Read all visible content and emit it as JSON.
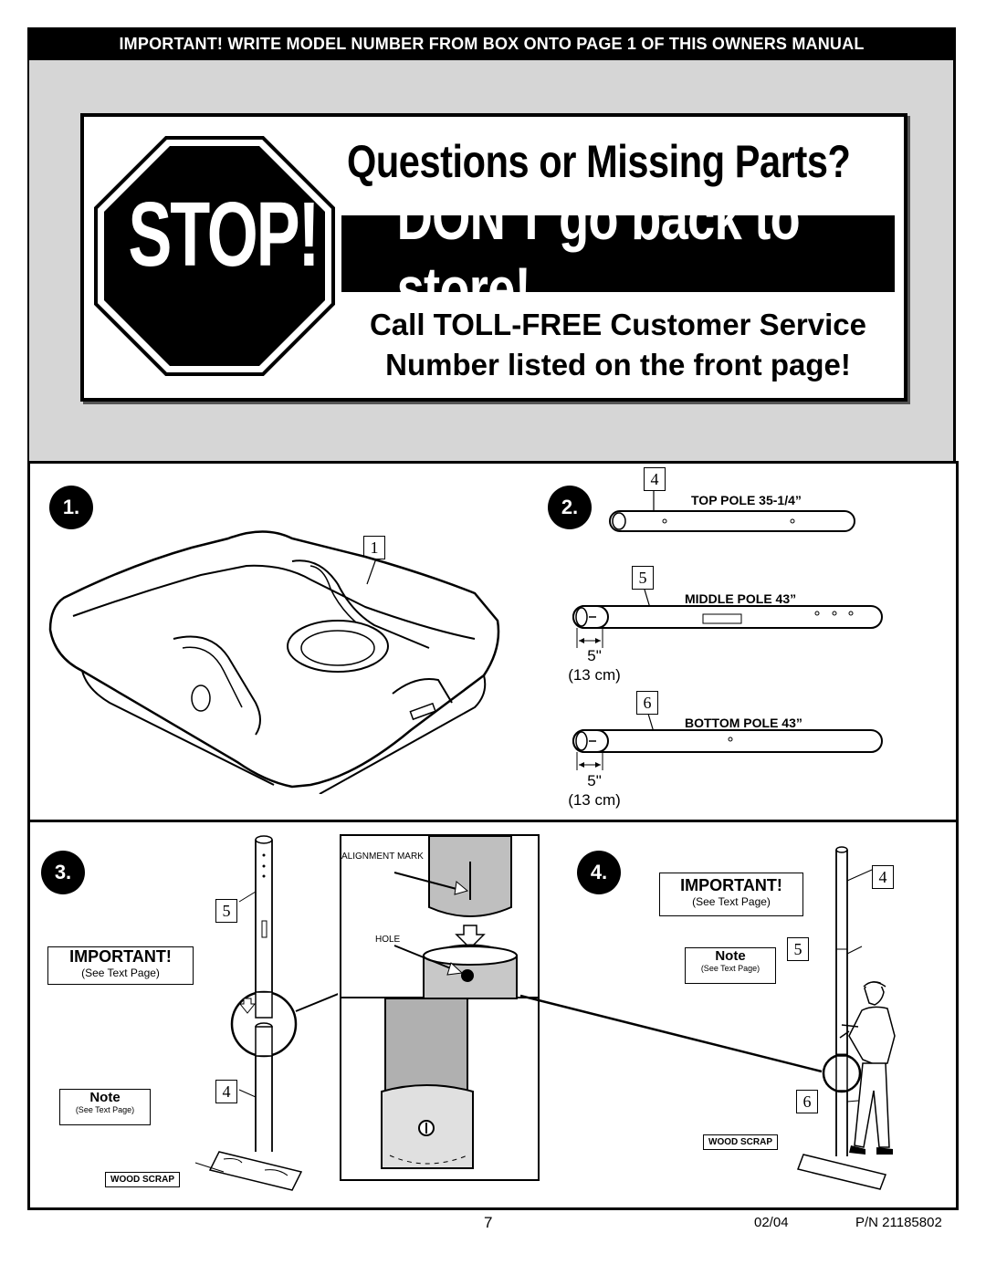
{
  "header": {
    "banner": "IMPORTANT!  WRITE MODEL NUMBER FROM BOX ONTO PAGE 1 OF THIS OWNERS MANUAL"
  },
  "stop_notice": {
    "sign_text": "STOP!",
    "question": "Questions or Missing Parts?",
    "dont": "DON'T go back to store!",
    "call_line1": "Call TOLL-FREE Customer Service",
    "call_line2": "Number listed on the front page!"
  },
  "steps": {
    "step1": {
      "number": "1.",
      "part": "1"
    },
    "step2": {
      "number": "2.",
      "top_pole": {
        "part": "4",
        "label": "TOP POLE 35-1/4”"
      },
      "middle_pole": {
        "part": "5",
        "label": "MIDDLE POLE 43”",
        "inch": "5\"",
        "cm": "(13 cm)"
      },
      "bottom_pole": {
        "part": "6",
        "label": "BOTTOM POLE 43”",
        "inch": "5\"",
        "cm": "(13 cm)"
      }
    },
    "step3": {
      "number": "3.",
      "important": "IMPORTANT!",
      "important_sub": "(See Text Page)",
      "note": "Note",
      "note_sub": "(See Text Page)",
      "part_upper": "5",
      "part_lower": "4",
      "wood_scrap": "WOOD SCRAP",
      "alignment_mark": "ALIGNMENT MARK",
      "hole": "HOLE"
    },
    "step4": {
      "number": "4.",
      "important": "IMPORTANT!",
      "important_sub": "(See Text Page)",
      "note": "Note",
      "note_sub": "(See Text Page)",
      "part_top": "4",
      "part_mid": "5",
      "part_bottom": "6",
      "wood_scrap": "WOOD SCRAP"
    }
  },
  "footer": {
    "page": "7",
    "date": "02/04",
    "pn": "P/N 21185802"
  },
  "colors": {
    "panel_grey": "#d6d6d6",
    "ink": "#000000"
  }
}
